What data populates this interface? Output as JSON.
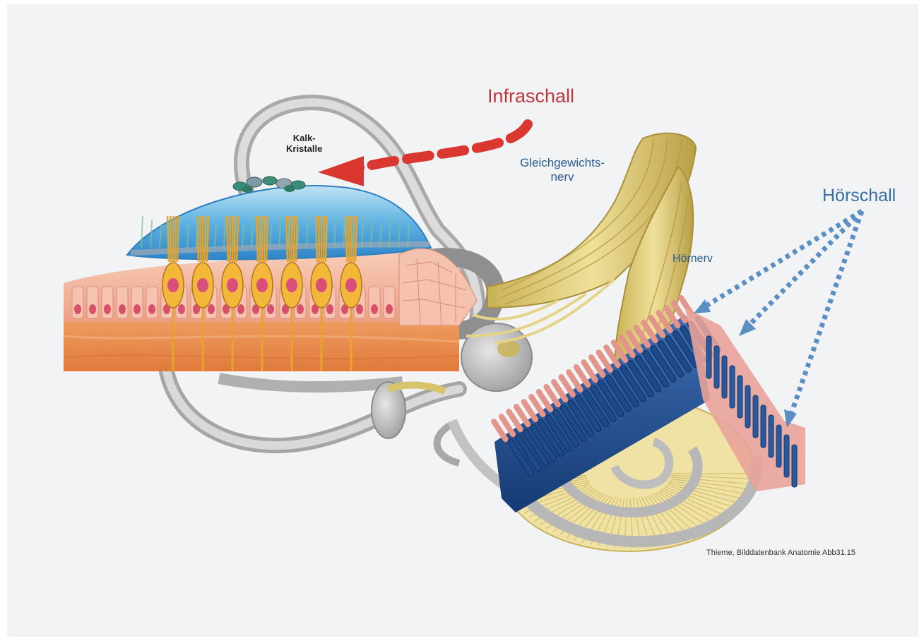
{
  "labels": {
    "infraschall": "Infraschall",
    "hoerschall": "Hörschall",
    "gleichgewichtsnerv_line1": "Gleichgewichts-",
    "gleichgewichtsnerv_line2": "nerv",
    "hoernerv": "Hörnerv",
    "kalk_line1": "Kalk-",
    "kalk_line2": "Kristalle"
  },
  "credit": "Thieme, Bilddatenbank Anatomie Abb31.15",
  "colors": {
    "background": "#f2f3f5",
    "infraschall_arrow": "#d9372f",
    "hoerschall_arrow": "#5a8fc4",
    "nerve": "#d8c46a",
    "membrane": "#4aa3dc",
    "hair_cell": "#f0b338",
    "epithelium": "#f1b79b",
    "tissue": "#e78a4a",
    "canal": "#c9c9c9",
    "cochlea_blue": "#1f4f8f"
  },
  "icons": {
    "infraschall_arrow": "dashed-arrow-icon",
    "hoerschall_arrows": "dotted-arrow-icon"
  }
}
